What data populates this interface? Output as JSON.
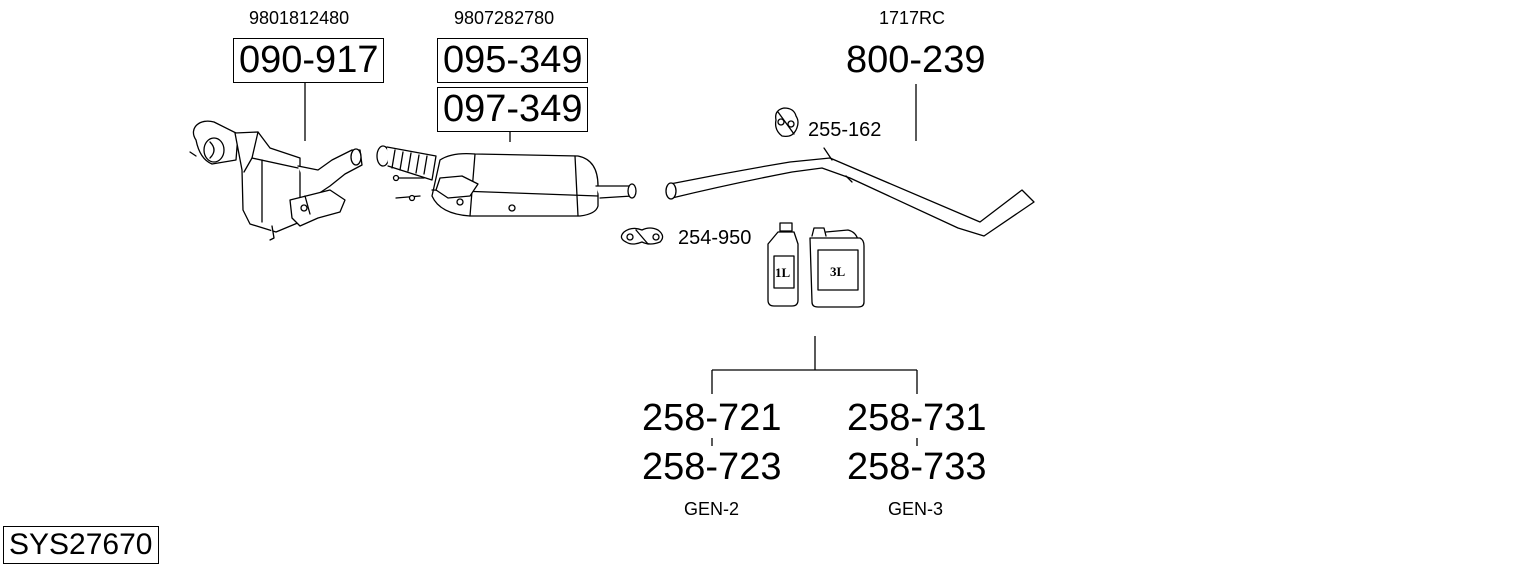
{
  "system_code": "SYS27670",
  "parts": [
    {
      "id": "catalyst",
      "oem": "9801812480",
      "numbers": [
        "090-917"
      ]
    },
    {
      "id": "dpf",
      "oem": "9807282780",
      "numbers": [
        "095-349",
        "097-349"
      ]
    },
    {
      "id": "rear-pipe",
      "oem": "1717RC",
      "numbers": [
        "800-239"
      ]
    },
    {
      "id": "rubber-mount",
      "numbers": [
        "255-162"
      ]
    },
    {
      "id": "clamp",
      "numbers": [
        "254-950"
      ]
    },
    {
      "id": "additive-1l",
      "container_label": "1L",
      "numbers": [
        "258-721",
        "258-723"
      ],
      "group": "GEN-2"
    },
    {
      "id": "additive-3l",
      "container_label": "3L",
      "numbers": [
        "258-731",
        "258-733"
      ],
      "group": "GEN-3"
    }
  ]
}
